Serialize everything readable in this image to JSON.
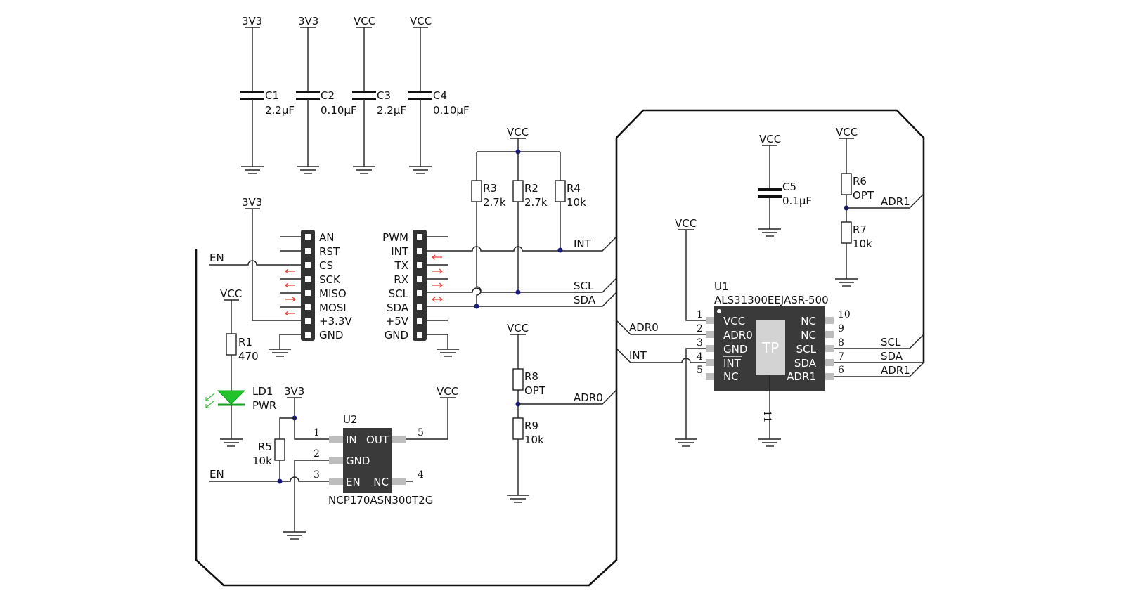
{
  "capacitors": [
    {
      "rail": "3V3",
      "ref": "C1",
      "value": "2.2µF"
    },
    {
      "rail": "3V3",
      "ref": "C2",
      "value": "0.10µF"
    },
    {
      "rail": "VCC",
      "ref": "C3",
      "value": "2.2µF"
    },
    {
      "rail": "VCC",
      "ref": "C4",
      "value": "0.10µF"
    }
  ],
  "pullups": {
    "rail": "VCC",
    "r3": {
      "ref": "R3",
      "value": "2.7k"
    },
    "r2": {
      "ref": "R2",
      "value": "2.7k"
    },
    "r4": {
      "ref": "R4",
      "value": "10k"
    }
  },
  "left_header": {
    "rail": "3V3",
    "pins": [
      "AN",
      "RST",
      "CS",
      "SCK",
      "MISO",
      "MOSI",
      "+3.3V",
      "GND"
    ]
  },
  "right_header": {
    "pins": [
      "PWM",
      "INT",
      "TX",
      "RX",
      "SCL",
      "SDA",
      "+5V",
      "GND"
    ]
  },
  "nets": {
    "en": "EN",
    "int": "INT",
    "scl": "SCL",
    "sda": "SDA",
    "adr0": "ADR0",
    "adr1": "ADR1"
  },
  "led_section": {
    "rail": "VCC",
    "r1": {
      "ref": "R1",
      "value": "470"
    },
    "ld1": {
      "ref": "LD1",
      "value": "PWR"
    }
  },
  "regulator": {
    "in_rail": "3V3",
    "out_rail": "VCC",
    "r5": {
      "ref": "R5",
      "value": "10k"
    },
    "ref": "U2",
    "part": "NCP170ASN300T2G",
    "pins": [
      {
        "num": "1",
        "name": "IN"
      },
      {
        "num": "2",
        "name": "GND"
      },
      {
        "num": "3",
        "name": "EN"
      },
      {
        "num": "4",
        "name": "NC"
      },
      {
        "num": "5",
        "name": "OUT"
      }
    ]
  },
  "adr0_divider": {
    "rail": "VCC",
    "r8": {
      "ref": "R8",
      "value": "OPT"
    },
    "r9": {
      "ref": "R9",
      "value": "10k"
    }
  },
  "sensor_section": {
    "c5": {
      "rail": "VCC",
      "ref": "C5",
      "value": "0.1µF"
    },
    "adr1_divider": {
      "rail": "VCC",
      "r6": {
        "ref": "R6",
        "value": "OPT"
      },
      "r7": {
        "ref": "R7",
        "value": "10k"
      }
    },
    "vcc_rail": "VCC",
    "ref": "U1",
    "part": "ALS31300EEJASR-500",
    "thermal_pad": "TP",
    "thermal_pad_num": "11",
    "left_pins": [
      {
        "num": "1",
        "name": "VCC"
      },
      {
        "num": "2",
        "name": "ADR0"
      },
      {
        "num": "3",
        "name": "GND"
      },
      {
        "num": "4",
        "name": "INT"
      },
      {
        "num": "5",
        "name": "NC"
      }
    ],
    "right_pins": [
      {
        "num": "10",
        "name": "NC"
      },
      {
        "num": "9",
        "name": "NC"
      },
      {
        "num": "8",
        "name": "SCL"
      },
      {
        "num": "7",
        "name": "SDA"
      },
      {
        "num": "6",
        "name": "ADR1"
      }
    ]
  },
  "colors": {
    "wire": "#222222",
    "junction": "#1a1a7a",
    "chip": "#3a3a3a",
    "led": "#22c22a",
    "signal_arrow": "#e8413a"
  }
}
